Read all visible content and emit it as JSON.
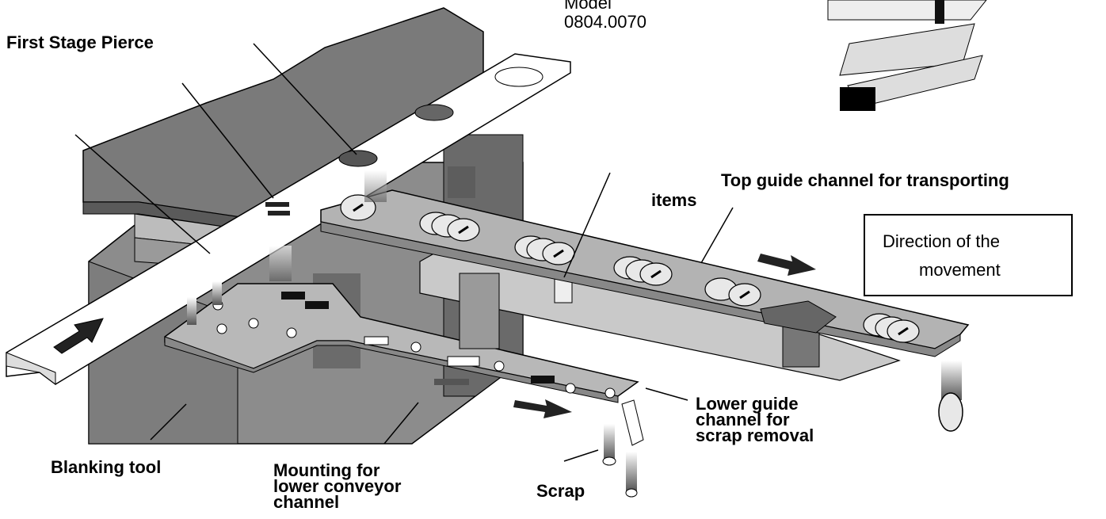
{
  "labels": {
    "first_stage_pierce": "First Stage Pierce",
    "top_guide_line1": "Top guide channel for transporting",
    "top_guide_line2": "items",
    "direction_line1": "Direction of the",
    "direction_line2": "movement",
    "model_line1": "Model",
    "model_line2": "0804.0070",
    "blanking_tool": "Blanking tool",
    "mounting_line1": "Mounting for",
    "mounting_line2": "lower conveyor",
    "mounting_line3": "channel",
    "scrap": "Scrap",
    "lower_guide_line1": "Lower guide",
    "lower_guide_line2": "channel for",
    "lower_guide_line3": "scrap removal"
  },
  "colors": {
    "upper_die": "#7a7a7a",
    "upper_die_dark": "#5a5a5a",
    "block": "#8c8c8c",
    "block_dark": "#6a6a6a",
    "strip": "#ffffff",
    "channel": "#b8b8b8",
    "arrow": "#222222"
  }
}
